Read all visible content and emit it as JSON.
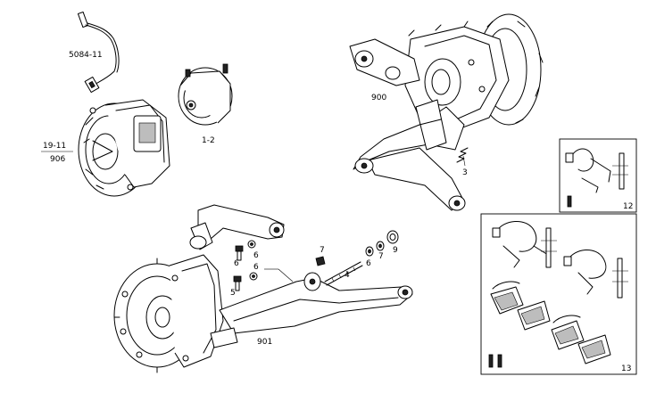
{
  "labels": {
    "sensor_ref": "5084-11",
    "hub_ref_top": "19-11",
    "hub_ref_bottom": "906",
    "caliper_ref": "1-2",
    "upper_assembly_ref": "900",
    "spring_ref": "3",
    "lower_assembly_ref": "901",
    "wear_kit_small_ref": "12",
    "pad_kit_ref": "13",
    "fastener_refs": {
      "bolt_upper": "6",
      "nut_upper": "6",
      "bolt_lower": "5",
      "nut_lower": "6",
      "nut_arm": "7",
      "stud": "4",
      "washer_a": "6",
      "washer_b": "7",
      "bushing": "9"
    }
  },
  "colors": {
    "ink": "#000000",
    "background": "#ffffff",
    "shade": "#bdbdbd"
  }
}
